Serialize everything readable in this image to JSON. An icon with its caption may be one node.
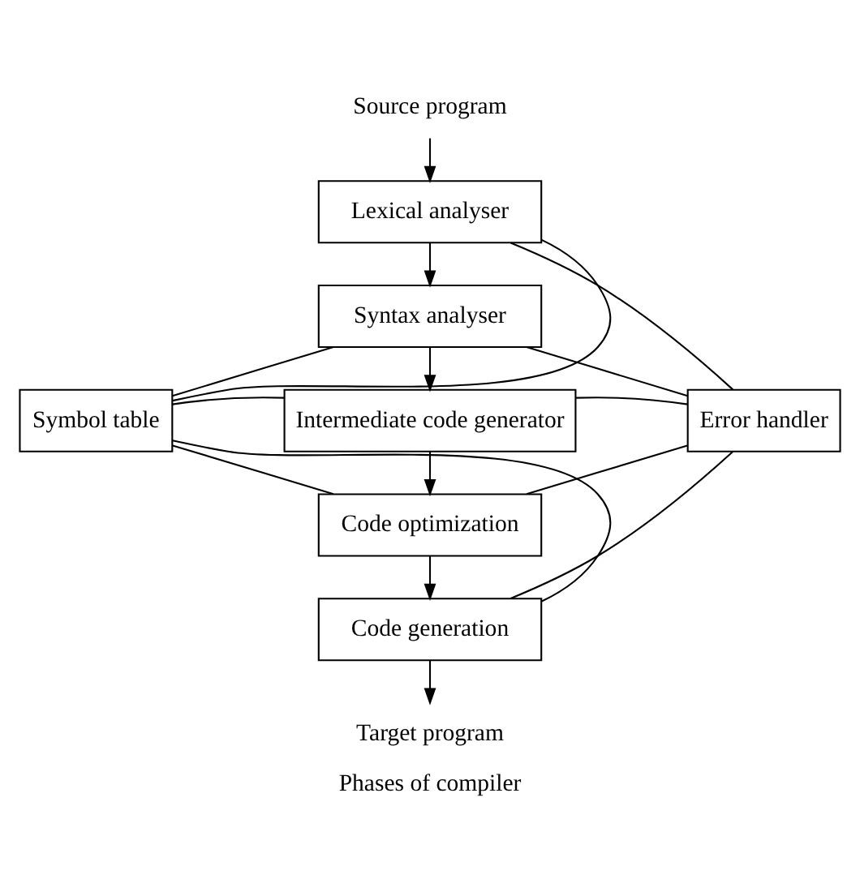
{
  "diagram": {
    "caption": "Phases of compiler",
    "nodes": [
      {
        "text": [
          "Source program"
        ]
      },
      {
        "text": [
          "Lexical analyser"
        ]
      },
      {
        "text": [
          "Syntax analyser"
        ]
      },
      {
        "text": [
          "Intermediate code generator"
        ]
      },
      {
        "text": [
          "Code optimization"
        ]
      },
      {
        "text": [
          "Code generation"
        ]
      },
      {
        "text": [
          "Target program"
        ]
      },
      {
        "text": [
          "Symbol table"
        ]
      },
      {
        "text": [
          "Error handler"
        ]
      }
    ],
    "edges": [
      {
        "from": 0,
        "to": 1,
        "arrow": "to"
      },
      {
        "from": 1,
        "to": 2,
        "arrow": "to"
      },
      {
        "from": 2,
        "to": 3,
        "arrow": "to"
      },
      {
        "from": 3,
        "to": 4,
        "arrow": "to"
      },
      {
        "from": 4,
        "to": 5,
        "arrow": "to"
      },
      {
        "from": 5,
        "to": 6,
        "arrow": "to"
      },
      {
        "from": 7,
        "to": 1,
        "arrow": "none"
      },
      {
        "from": 7,
        "to": 2,
        "arrow": "none"
      },
      {
        "from": 7,
        "to": 3,
        "arrow": "none"
      },
      {
        "from": 7,
        "to": 4,
        "arrow": "none"
      },
      {
        "from": 7,
        "to": 5,
        "arrow": "none"
      },
      {
        "from": 1,
        "to": 8,
        "arrow": "none"
      },
      {
        "from": 2,
        "to": 8,
        "arrow": "none"
      },
      {
        "from": 3,
        "to": 8,
        "arrow": "none"
      },
      {
        "from": 4,
        "to": 8,
        "arrow": "none"
      },
      {
        "from": 5,
        "to": 8,
        "arrow": "none"
      }
    ]
  }
}
